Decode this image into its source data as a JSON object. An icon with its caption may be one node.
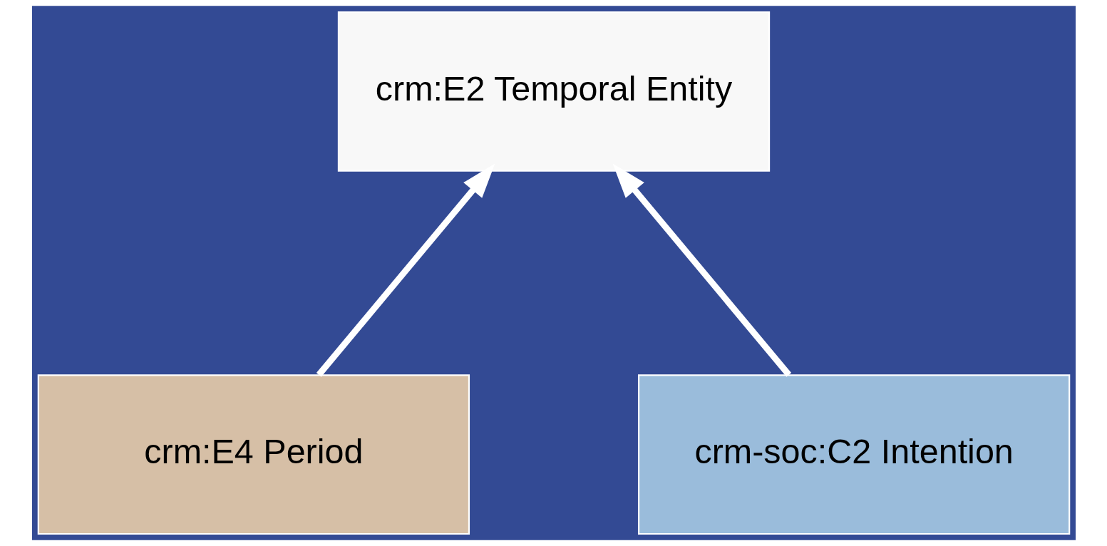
{
  "diagram": {
    "nodes": [
      {
        "text": [
          "crm:E2 Temporal Entity"
        ]
      },
      {
        "text": [
          "crm:E4 Period"
        ]
      },
      {
        "text": [
          "crm-soc:C2 Intention"
        ]
      }
    ],
    "edges": [
      {
        "from": 1,
        "to": 0,
        "arrow": "to"
      },
      {
        "from": 2,
        "to": 0,
        "arrow": "to"
      }
    ]
  }
}
